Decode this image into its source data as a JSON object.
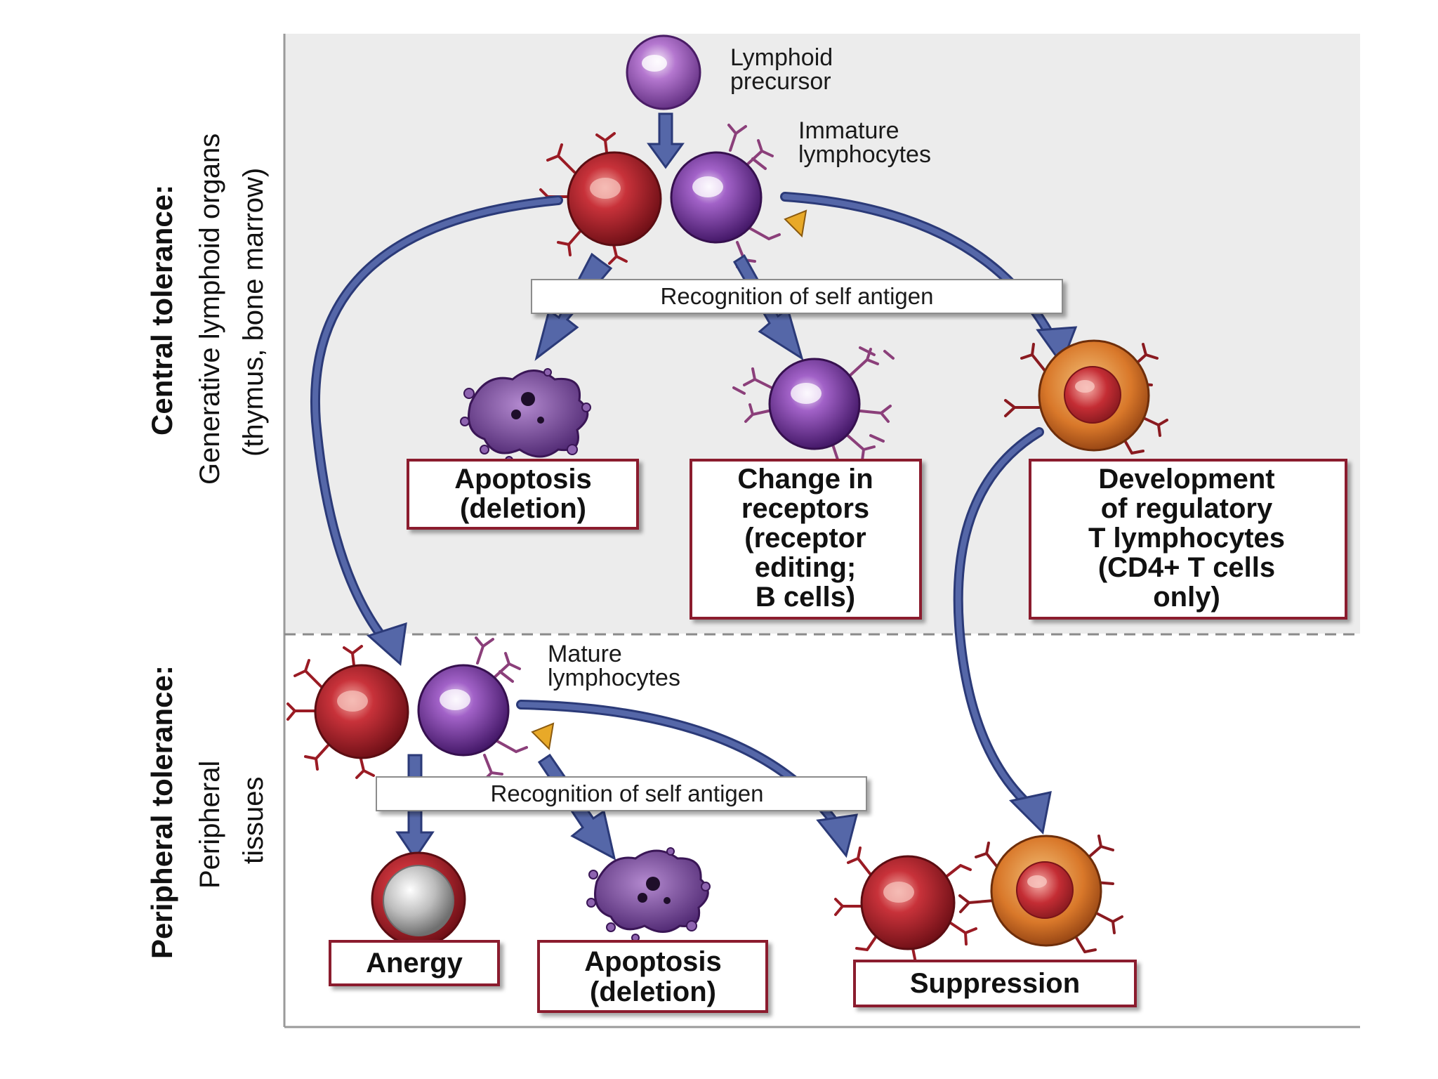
{
  "side_labels": {
    "central_title": "Central tolerance:",
    "central_line1": "Generative lymphoid organs",
    "central_line2": "(thymus, bone marrow)",
    "peripheral_title": "Peripheral tolerance:",
    "peripheral_line1": "Peripheral",
    "peripheral_line2": "tissues"
  },
  "cell_labels": {
    "precursor_line1": "Lymphoid",
    "precursor_line2": "precursor",
    "immature_line1": "Immature",
    "immature_line2": "lymphocytes",
    "mature_line1": "Mature",
    "mature_line2": "lymphocytes"
  },
  "recognition_bars": {
    "central": "Recognition of self antigen",
    "peripheral": "Recognition of self antigen"
  },
  "outcomes": {
    "central": [
      {
        "lines": [
          "Apoptosis",
          "(deletion)"
        ]
      },
      {
        "lines": [
          "Change in",
          "receptors",
          "(receptor",
          "editing;",
          "B cells)"
        ]
      },
      {
        "lines": [
          "Development",
          "of regulatory",
          "T lymphocytes",
          "(CD4+ T cells",
          "only)"
        ]
      }
    ],
    "peripheral": [
      {
        "lines": [
          "Anergy"
        ]
      },
      {
        "lines": [
          "Apoptosis",
          "(deletion)"
        ]
      },
      {
        "lines": [
          "Suppression"
        ]
      }
    ]
  },
  "colors": {
    "central_panel": "#ececec",
    "arrow_fill": "#5567a8",
    "arrow_stroke": "#2b3a78",
    "box_border": "#8b1e2d",
    "red_cell": "#b8232b",
    "purple_cell": "#7b3fa0",
    "orange_cell": "#d9782a"
  }
}
